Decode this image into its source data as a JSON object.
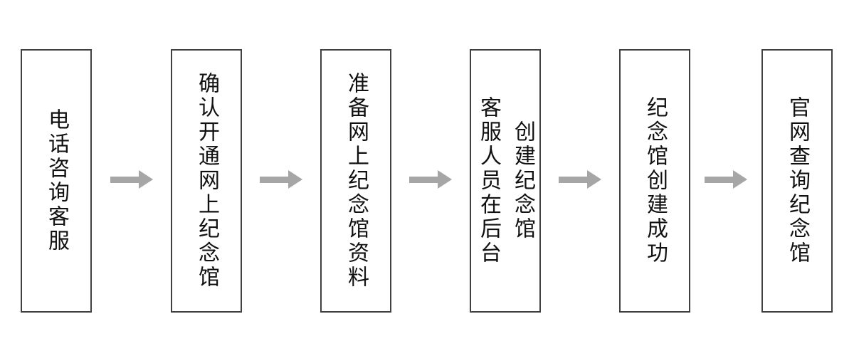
{
  "diagram": {
    "type": "flowchart",
    "direction": "left-to-right",
    "connector": "right-arrow",
    "steps": [
      "电话咨询客服",
      "确认开通网上纪念馆",
      "准备网上纪念馆资料",
      "客服人员在后台\n创建纪念馆",
      "纪念馆创建成功",
      "官网查询纪念馆"
    ],
    "colors": {
      "background": "#ffffff",
      "box_border": "#404040",
      "text": "#111111",
      "arrow": "#a6a6a6"
    }
  }
}
